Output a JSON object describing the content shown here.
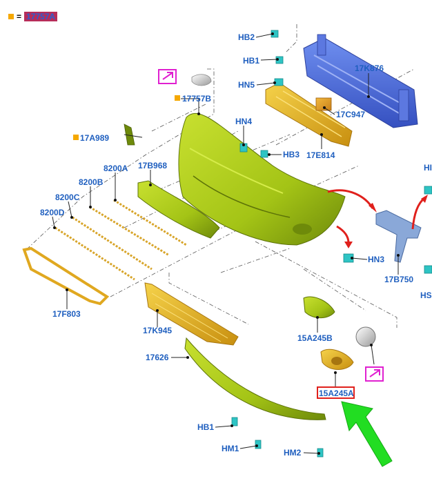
{
  "legend": {
    "marker_color": "#f5a800",
    "equals": "=",
    "code": "17757A"
  },
  "colors": {
    "label": "#1f5fbf",
    "bumper": "#a4c416",
    "bumper_dark": "#6e8a0a",
    "grille": "#e8b92a",
    "reinforcement": "#4a6fe0",
    "clip": "#2ec4c4",
    "highlight_box": "#e0201c",
    "arrow_red": "#e0201c",
    "arrow_green": "#22dd22",
    "ref_icon": "#e020d0"
  },
  "parts": [
    {
      "id": "hb2",
      "label": "HB2"
    },
    {
      "id": "hb1-top",
      "label": "HB1"
    },
    {
      "id": "hn5",
      "label": "HN5"
    },
    {
      "id": "k876",
      "label": "17K876"
    },
    {
      "id": "b757",
      "label": "17757B",
      "marked": true
    },
    {
      "id": "c947",
      "label": "17C947"
    },
    {
      "id": "a989",
      "label": "17A989",
      "marked": true
    },
    {
      "id": "hn4",
      "label": "HN4"
    },
    {
      "id": "hb3",
      "label": "HB3"
    },
    {
      "id": "e814",
      "label": "17E814"
    },
    {
      "id": "b968",
      "label": "17B968"
    },
    {
      "id": "a8200",
      "label": "8200A"
    },
    {
      "id": "b8200",
      "label": "8200B"
    },
    {
      "id": "c8200",
      "label": "8200C"
    },
    {
      "id": "d8200",
      "label": "8200D"
    },
    {
      "id": "hn3",
      "label": "HN3"
    },
    {
      "id": "b750",
      "label": "17B750"
    },
    {
      "id": "hi-edge",
      "label": "HI"
    },
    {
      "id": "hs-edge",
      "label": "HS"
    },
    {
      "id": "f803",
      "label": "17F803"
    },
    {
      "id": "k945",
      "label": "17K945"
    },
    {
      "id": "a245b",
      "label": "15A245B"
    },
    {
      "id": "p626",
      "label": "17626"
    },
    {
      "id": "a245a",
      "label": "15A245A",
      "highlighted": true
    },
    {
      "id": "hb1-bottom",
      "label": "HB1"
    },
    {
      "id": "hm1",
      "label": "HM1"
    },
    {
      "id": "hm2",
      "label": "HM2"
    }
  ]
}
